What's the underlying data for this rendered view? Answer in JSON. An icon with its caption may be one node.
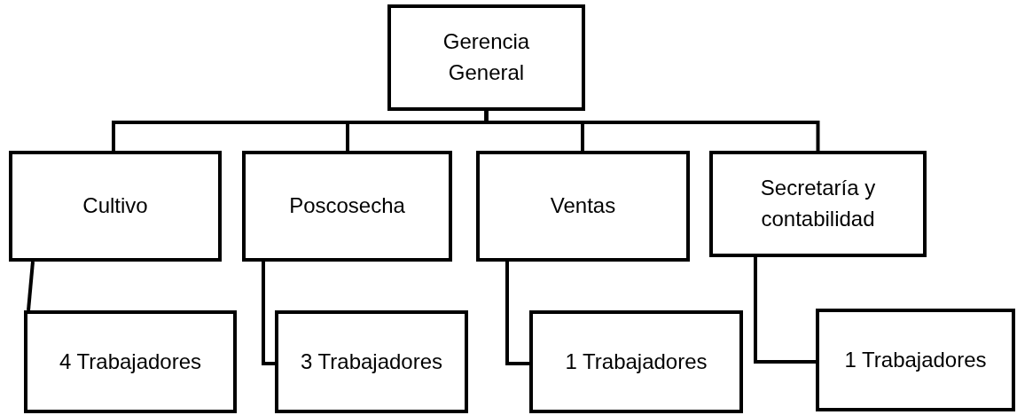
{
  "diagram": {
    "nodes": [
      {
        "text": [
          "Gerencia General"
        ]
      },
      {
        "text": [
          "Cultivo"
        ]
      },
      {
        "text": [
          "Poscosecha"
        ]
      },
      {
        "text": [
          "Ventas"
        ]
      },
      {
        "text": [
          "Secretaría y contabilidad"
        ]
      },
      {
        "text": [
          "4 Trabajadores"
        ]
      },
      {
        "text": [
          "3 Trabajadores"
        ]
      },
      {
        "text": [
          "1 Trabajadores"
        ]
      },
      {
        "text": [
          "1 Trabajadores"
        ]
      }
    ],
    "edges": [
      {
        "from": 0,
        "to": 1,
        "arrow": "none"
      },
      {
        "from": 0,
        "to": 2,
        "arrow": "none"
      },
      {
        "from": 0,
        "to": 3,
        "arrow": "none"
      },
      {
        "from": 0,
        "to": 4,
        "arrow": "none"
      },
      {
        "from": 1,
        "to": 5,
        "arrow": "none"
      },
      {
        "from": 2,
        "to": 6,
        "arrow": "none"
      },
      {
        "from": 3,
        "to": 7,
        "arrow": "none"
      },
      {
        "from": 4,
        "to": 8,
        "arrow": "none"
      }
    ]
  }
}
